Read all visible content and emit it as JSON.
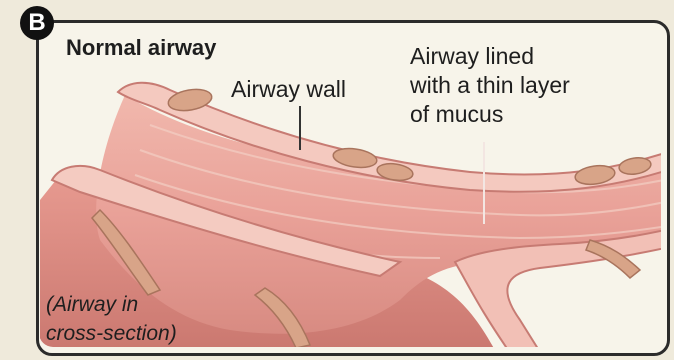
{
  "badge": "B",
  "title": "Normal airway",
  "labels": {
    "wall": "Airway wall",
    "mucus": "Airway lined\nwith a thin layer\nof mucus"
  },
  "caption": "(Airway in\ncross-section)",
  "colors": {
    "tissue": "#e8a39a",
    "tissue_light": "#f2c4bb",
    "tissue_dark": "#c97c74",
    "wall_edge": "#f6d7cf",
    "muscle": "#d7a083",
    "border": "#2b2b2b"
  }
}
